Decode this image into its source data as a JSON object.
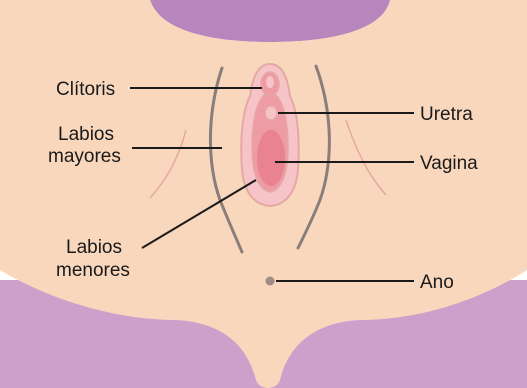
{
  "labels": {
    "clitoris": "Clítoris",
    "labios_mayores_1": "Labios",
    "labios_mayores_2": "mayores",
    "labios_menores_1": "Labios",
    "labios_menores_2": "menores",
    "uretra": "Uretra",
    "vagina": "Vagina",
    "ano": "Ano"
  },
  "colors": {
    "skin": "#f9d7bd",
    "skin_shadow": "#8a7e7a",
    "outline": "#e4a9a3",
    "purple_bg": "#cf9fcc",
    "purple_top": "#b886bd",
    "labia_outer": "#f6c3c8",
    "labia_inner": "#ee9ba5",
    "vagina": "#e8838f",
    "anus": "#a08b86",
    "leader_line": "#1a1a1a"
  }
}
